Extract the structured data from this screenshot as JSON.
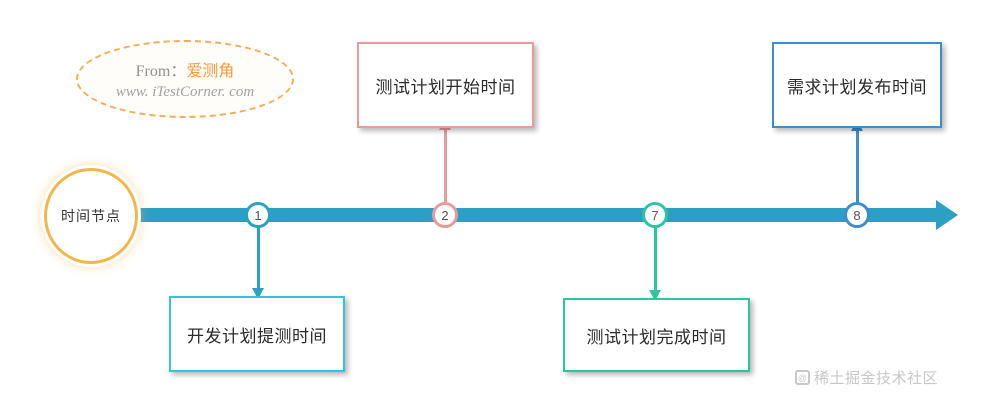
{
  "diagram": {
    "title": "时间节点",
    "start_node": {
      "label": "时间节点",
      "color": "#f0b84a"
    },
    "axis": {
      "color": "#2ba0c4",
      "arrow_direction": "right"
    },
    "nodes": [
      {
        "number": "1",
        "color": "#2ba0c4",
        "box_label": "开发计划提测时间",
        "box_position": "below"
      },
      {
        "number": "2",
        "color": "#ea9a9a",
        "box_label": "测试计划开始时间",
        "box_position": "above"
      },
      {
        "number": "7",
        "color": "#2fc4a0",
        "box_label": "测试计划完成时间",
        "box_position": "below"
      },
      {
        "number": "8",
        "color": "#3d8fcc",
        "box_label": "需求计划发布时间",
        "box_position": "above"
      }
    ]
  },
  "watermark_stamp": {
    "prefix": "From：",
    "brand": "爱测角",
    "url": "www. iTestCorner. com",
    "border_color": "#f3a64b"
  },
  "watermark_corner": {
    "mark": "@",
    "text": "稀土掘金技术社区"
  }
}
